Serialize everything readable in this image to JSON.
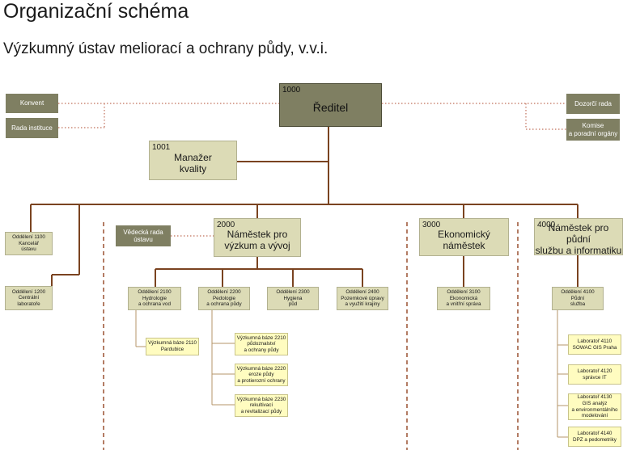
{
  "title": "Organizační schéma",
  "subtitle": "Výzkumný ústav meliorací a ochrany půdy, v.v.i.",
  "colors": {
    "dark_box": "#7f7f62",
    "light_box": "#dcdbb6",
    "yellow_box": "#fffcc0",
    "solid_line": "#7a4320",
    "dotted_line": "#c0705a",
    "dashed_divider": "#9a5030"
  },
  "director": {
    "code": "1000",
    "label": "Ředitel"
  },
  "side_boxes": {
    "konvent": "Konvent",
    "rada_instituce": "Rada instituce",
    "dozorci_rada": "Dozorčí rada",
    "komise": "Komise\na poradní orgány",
    "vedecka_rada": "Vědecká rada\nústavu"
  },
  "quality_manager": {
    "code": "1001",
    "label": "Manažer\nkvality"
  },
  "deputies": {
    "research": {
      "code": "2000",
      "label": "Náměstek pro\nvýzkum a vývoj"
    },
    "economic": {
      "code": "3000",
      "label": "Ekonomický\nnáměstek"
    },
    "soil": {
      "code": "4000",
      "label": "Náměstek pro půdní\nslužbu a informatiku"
    }
  },
  "departments": {
    "d1100": "Oddělení 1100\nKancelář\nústavu",
    "d1200": "Oddělení 1200\nCentrální\nlaboratoře",
    "d2100": "Oddělení 2100\nHydrologie\na ochrana vod",
    "d2200": "Oddělení 2200\nPedologie\na ochrana půdy",
    "d2300": "Oddělení 2300\nHygiena\npůd",
    "d2400": "Oddělení 2400\nPozemkové úpravy\na využití krajiny",
    "d3100": "Oddělení 3100\nEkonomická\na vnitřní správa",
    "d4100": "Oddělení 4100\nPůdní\nslužba"
  },
  "research_bases": {
    "b2110": "Výzkumná báze 2110\nPardubice",
    "b2210": "Výzkumná báze 2210\npůdoznalství\na ochrany půdy",
    "b2220": "Výzkumná báze 2220\neroze půdy\na protierozní ochrany",
    "b2230": "Výzkumná báze 2230\nrekultivací\na revitalizací půdy"
  },
  "laboratories": {
    "l4110": "Laboratoř 4110\nSOWAC GIS Praha",
    "l4120": "Laboratoř 4120\nsprávce IT",
    "l4130": "Laboratoř 4130\nGIS analýz\na environmentálního\nmodelování",
    "l4140": "Laboratoř 4140\nDPZ a pedometriky"
  }
}
